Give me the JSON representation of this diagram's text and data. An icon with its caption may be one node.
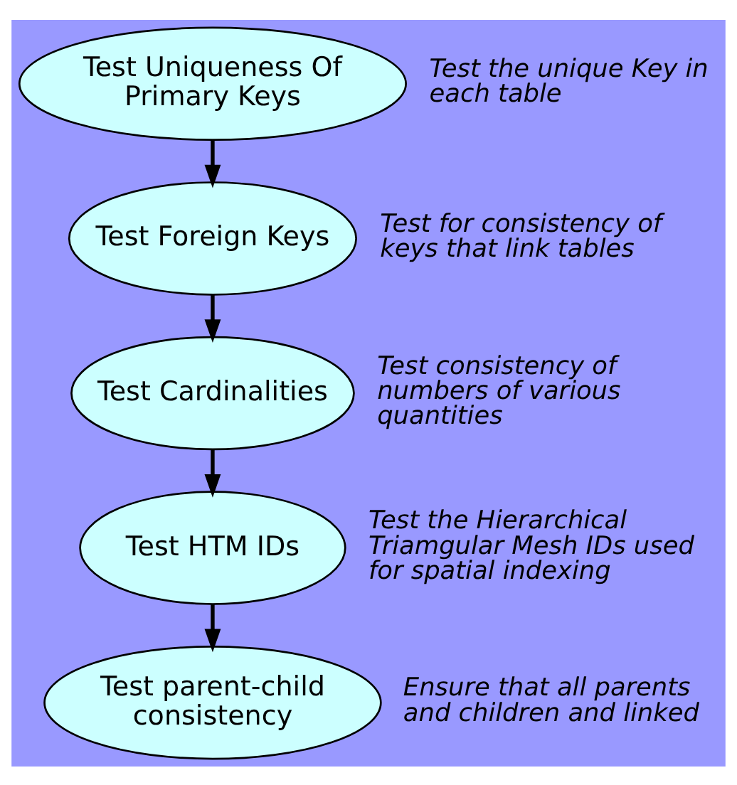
{
  "diagram": {
    "nodes": [
      {
        "text": [
          "Test Uniqueness Of Primary Keys"
        ],
        "beside": [
          "Test the unique Key in each table"
        ]
      },
      {
        "text": [
          "Test Foreign Keys"
        ],
        "beside": [
          "Test for consistency of keys that link tables"
        ]
      },
      {
        "text": [
          "Test Cardinalities"
        ],
        "beside": [
          "Test consistency of numbers of various quantities"
        ]
      },
      {
        "text": [
          "Test HTM IDs"
        ],
        "beside": [
          "Test the Hierarchical Triamgular Mesh IDs used for spatial indexing"
        ]
      },
      {
        "text": [
          "Test parent-child consistency"
        ],
        "beside": [
          "Ensure that all parents and children and linked"
        ]
      }
    ],
    "edges": [
      {
        "from": 0,
        "to": 1,
        "arrow": "to"
      },
      {
        "from": 1,
        "to": 2,
        "arrow": "to"
      },
      {
        "from": 2,
        "to": 3,
        "arrow": "to"
      },
      {
        "from": 3,
        "to": 4,
        "arrow": "to"
      }
    ]
  }
}
